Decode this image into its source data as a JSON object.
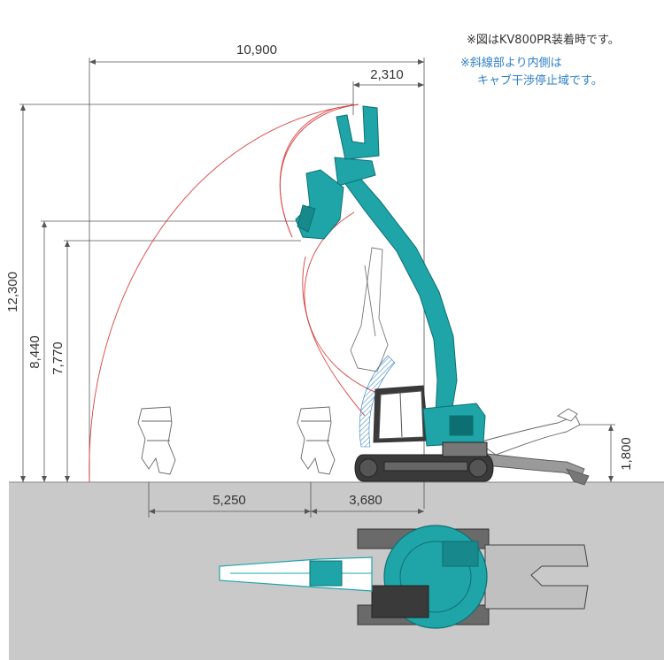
{
  "notes": {
    "line1": "※図はKV800PR装着時です。",
    "line2": "※斜線部より内側は",
    "line3": "キャブ干渉停止域です。"
  },
  "dimensions": {
    "reach_total": "10,900",
    "tip_offset": "2,310",
    "height_max": "12,300",
    "height_mid": "8,440",
    "height_low": "7,770",
    "height_right": "1,800",
    "ground_left": "5,250",
    "ground_right": "3,680"
  },
  "colors": {
    "machine": "#1fa5a8",
    "machine_dark": "#0e6f72",
    "ground": "#c8c8c8",
    "arc": "#d94040",
    "hatch": "#2d7fc4",
    "outline": "#555555"
  }
}
